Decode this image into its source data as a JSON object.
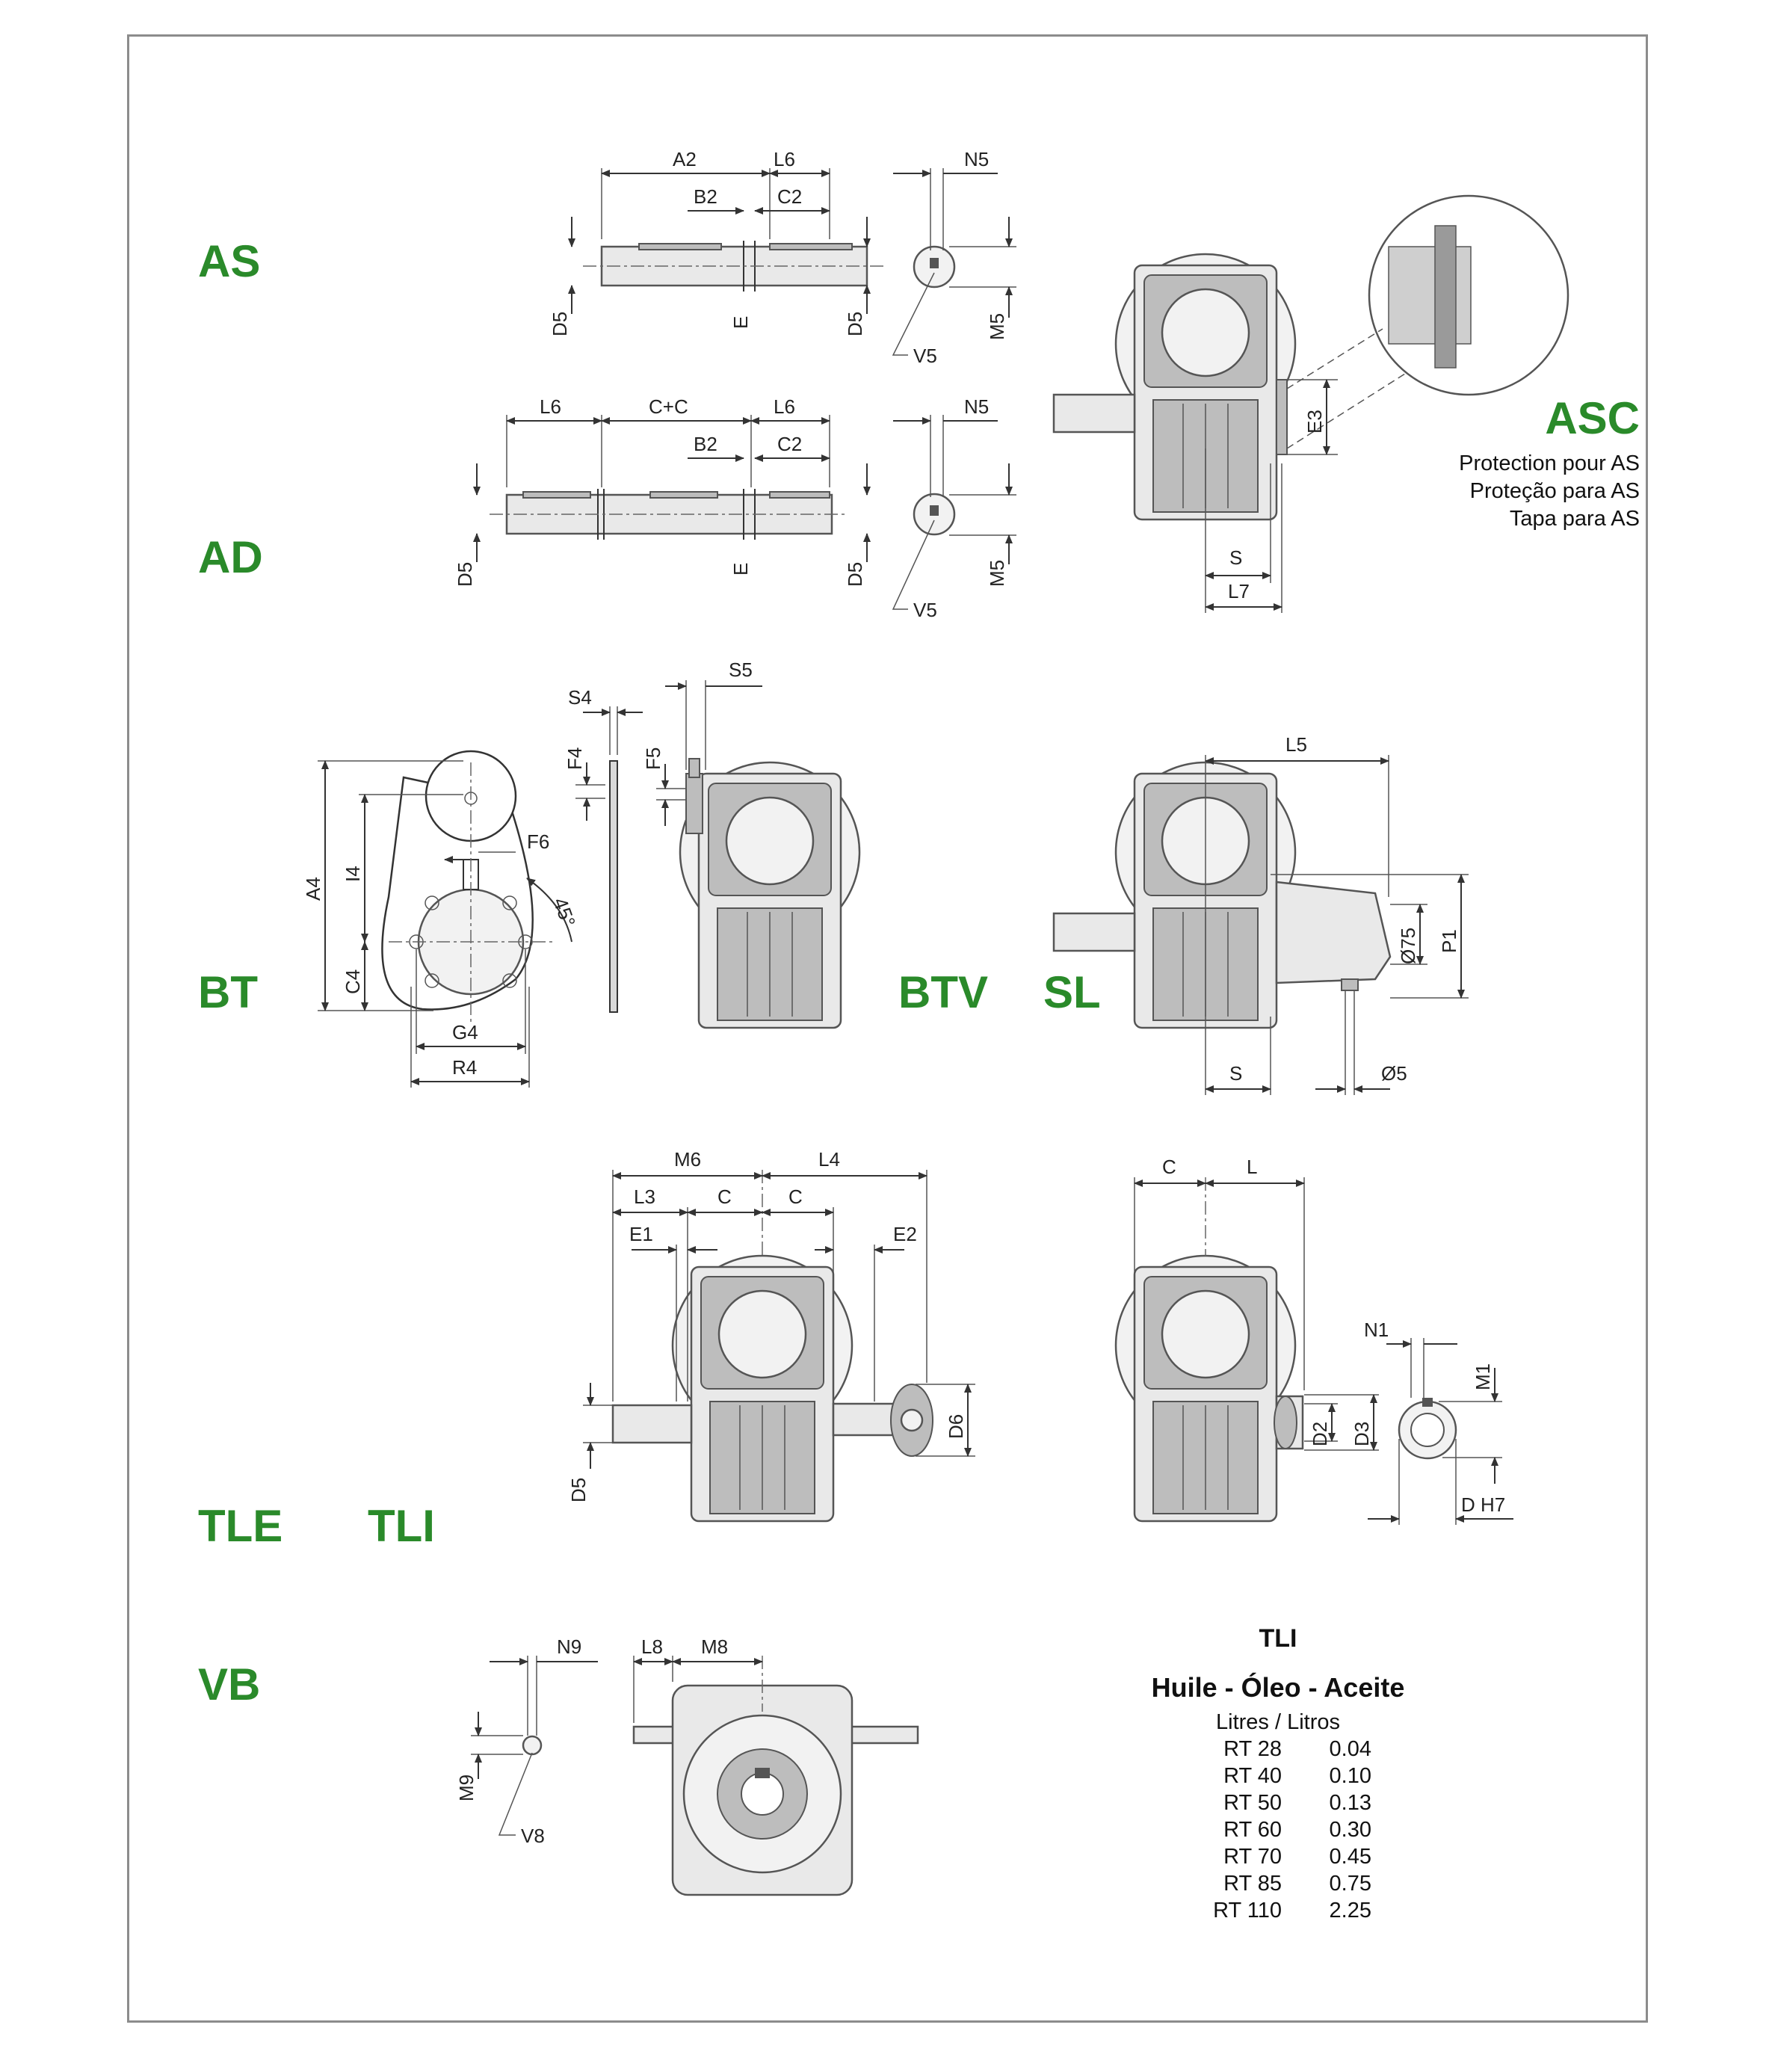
{
  "sections": {
    "as": "AS",
    "ad": "AD",
    "bt": "BT",
    "btv": "BTV",
    "sl": "SL",
    "tle": "TLE",
    "tli": "TLI",
    "vb": "VB"
  },
  "asc": {
    "title": "ASC",
    "lines": [
      "Protection pour AS",
      "Proteção para AS",
      "Tapa para AS"
    ]
  },
  "dimensions": {
    "a2": "A2",
    "l6": "L6",
    "b2": "B2",
    "c2": "C2",
    "n5": "N5",
    "d5": "D5",
    "e": "E",
    "m5": "M5",
    "v5": "V5",
    "cc": "C+C",
    "e3": "E3",
    "s": "S",
    "l7": "L7",
    "s4": "S4",
    "s5": "S5",
    "f4": "F4",
    "f5": "F5",
    "f6": "F6",
    "a4": "A4",
    "i4": "I4",
    "c4": "C4",
    "g4": "G4",
    "r4": "R4",
    "deg45": "45°",
    "l5": "L5",
    "p1": "P1",
    "d75": "Ø75",
    "d5dia": "Ø5",
    "m6": "M6",
    "l4": "L4",
    "l3": "L3",
    "c": "C",
    "e1": "E1",
    "e2": "E2",
    "d6": "D6",
    "l": "L",
    "n1": "N1",
    "m1": "M1",
    "d2": "D2",
    "d3": "D3",
    "dh7": "D H7",
    "n9": "N9",
    "m9": "M9",
    "v8": "V8",
    "l8": "L8",
    "m8": "M8"
  },
  "oil_table": {
    "title": "TLI",
    "subtitle": "Huile - Óleo - Aceite",
    "unit": "Litres / Litros",
    "rows": [
      {
        "model": "RT 28",
        "value": "0.04"
      },
      {
        "model": "RT 40",
        "value": "0.10"
      },
      {
        "model": "RT 50",
        "value": "0.13"
      },
      {
        "model": "RT 60",
        "value": "0.30"
      },
      {
        "model": "RT 70",
        "value": "0.45"
      },
      {
        "model": "RT 85",
        "value": "0.75"
      },
      {
        "model": "RT 110",
        "value": "2.25"
      }
    ]
  },
  "colors": {
    "section_label": "#2a8a2a",
    "frame": "#8c8c8c",
    "line": "#333333"
  }
}
